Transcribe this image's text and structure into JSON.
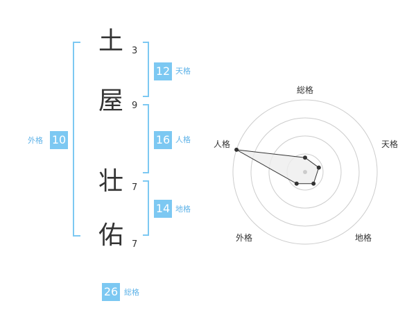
{
  "name_chars": [
    {
      "char": "土",
      "strokes": "3"
    },
    {
      "char": "屋",
      "strokes": "9"
    },
    {
      "char": "壮",
      "strokes": "7"
    },
    {
      "char": "佑",
      "strokes": "7"
    }
  ],
  "fortunes": {
    "tenkaku": {
      "value": "12",
      "label": "天格"
    },
    "jinkaku": {
      "value": "16",
      "label": "人格"
    },
    "chikaku": {
      "value": "14",
      "label": "地格"
    },
    "gaikaku": {
      "value": "10",
      "label": "外格"
    },
    "soukaku": {
      "value": "26",
      "label": "総格"
    }
  },
  "colors": {
    "accent": "#7cc8f2",
    "bracket": "#7cc8f2",
    "label": "#5fb3e8",
    "text": "#333333",
    "ring": "#cccccc",
    "polygon_fill": "#eeeeee",
    "polygon_stroke": "#333333"
  },
  "chart_data": {
    "type": "radar",
    "axes": [
      "総格",
      "天格",
      "地格",
      "外格",
      "人格"
    ],
    "values": [
      0.2,
      0.2,
      0.2,
      0.2,
      1.0
    ],
    "rings": 4,
    "max": 1.0
  }
}
